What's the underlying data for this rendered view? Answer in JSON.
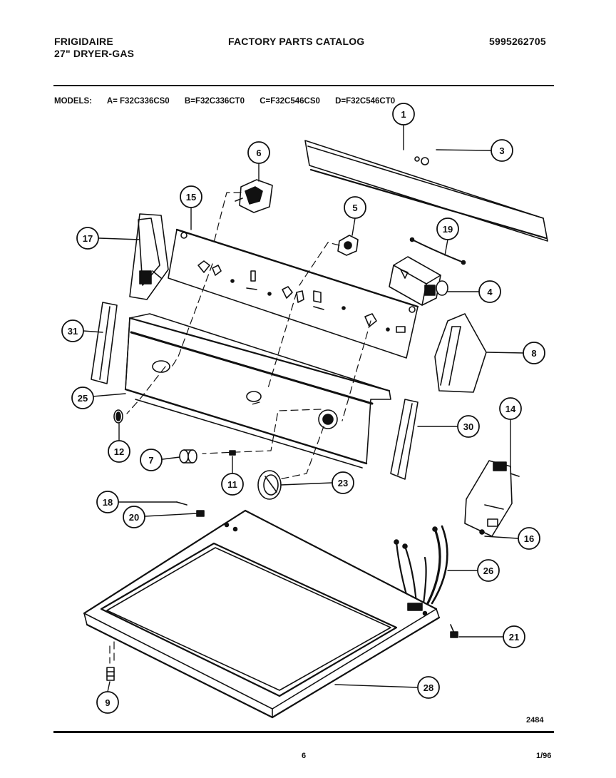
{
  "header": {
    "brand": "FRIGIDAIRE",
    "product": "27\" DRYER-GAS",
    "catalog_title": "FACTORY PARTS CATALOG",
    "catalog_number": "5995262705"
  },
  "models": {
    "label": "MODELS:",
    "items": [
      "A= F32C336CS0",
      "B=F32C336CT0",
      "C=F32C546CS0",
      "D=F32C546CT0"
    ]
  },
  "diagram": {
    "callouts": [
      "1",
      "3",
      "4",
      "5",
      "6",
      "7",
      "8",
      "9",
      "11",
      "12",
      "14",
      "15",
      "16",
      "17",
      "18",
      "19",
      "20",
      "21",
      "23",
      "25",
      "26",
      "28",
      "30",
      "31"
    ],
    "figure_number": "2484"
  },
  "footer": {
    "page_number": "6",
    "date": "1/96"
  }
}
